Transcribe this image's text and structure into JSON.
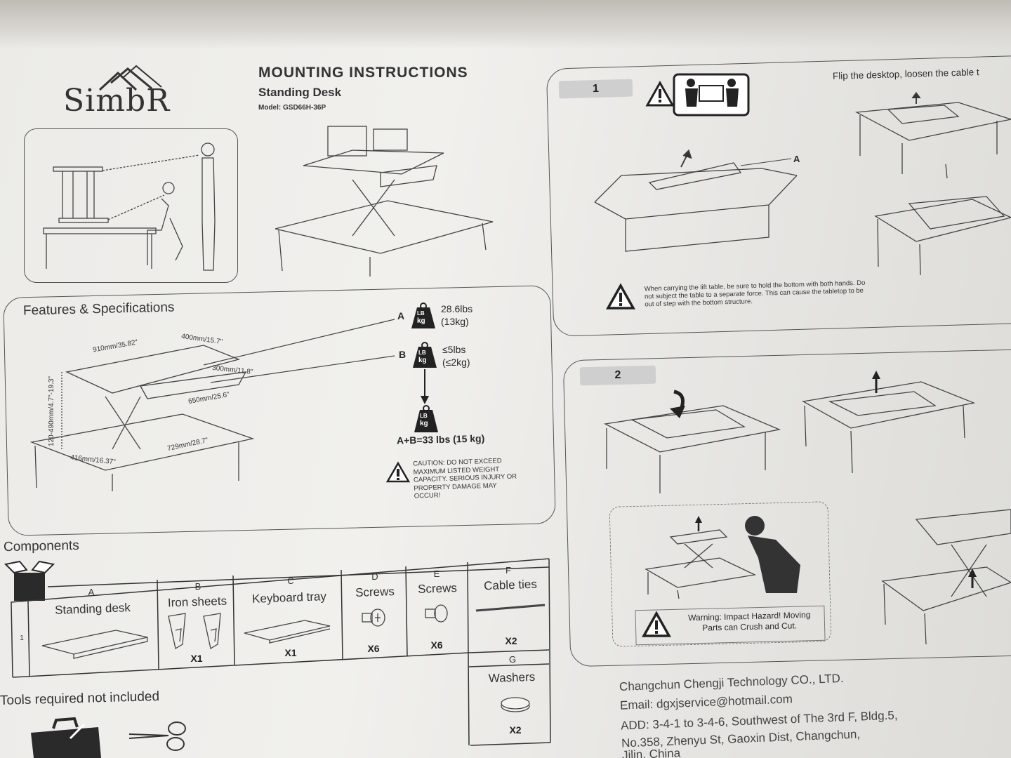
{
  "brand": {
    "logo_text": "SimbR"
  },
  "header": {
    "title": "MOUNTING INSTRUCTIONS",
    "subtitle": "Standing Desk",
    "model": "Model: GSD66H-36P"
  },
  "features": {
    "title": "Features & Specifications",
    "dims": {
      "width": "910mm/35.82\"",
      "depth": "400mm/15.7\"",
      "kb_depth": "300mm/11.8\"",
      "kb_width": "650mm/25.6\"",
      "base_width": "729mm/28.7\"",
      "base_depth": "416mm/16.37\"",
      "height": "120-490mm/4.7\"-19.3\""
    },
    "load": {
      "a_label": "A",
      "a_lbs": "28.6lbs",
      "a_kg": "(13kg)",
      "b_label": "B",
      "b_lbs": "≤5lbs",
      "b_kg": "(≤2kg)",
      "weight_top": "LB",
      "weight_bottom": "kg",
      "total": "A+B=33 lbs (15 kg)"
    },
    "caution": "CAUTION:  DO NOT EXCEED MAXIMUM LISTED WEIGHT CAPACITY. SERIOUS INJURY OR PROPERTY DAMAGE MAY OCCUR!"
  },
  "components": {
    "title": "Components",
    "row_num": "1",
    "items": [
      {
        "letter": "A",
        "name": "Standing desk",
        "qty": ""
      },
      {
        "letter": "B",
        "name": "Iron sheets",
        "qty": "X1"
      },
      {
        "letter": "C",
        "name": "Keyboard tray",
        "qty": "X1"
      },
      {
        "letter": "D",
        "name": "Screws",
        "qty": "X6"
      },
      {
        "letter": "E",
        "name": "Screws",
        "qty": "X6"
      },
      {
        "letter": "F",
        "name": "Cable ties",
        "qty": "X2"
      },
      {
        "letter": "G",
        "name": "Washers",
        "qty": "X2"
      }
    ]
  },
  "tools": {
    "title": "Tools required not included"
  },
  "step1": {
    "num": "1",
    "instruction": "Flip the desktop, loosen the cable t",
    "label_a": "A",
    "warning": "When carrying the lift table, be sure to hold the bottom with both hands. Do not subject the table to a separate force. This can cause the tabletop to be out of step with the bottom structure."
  },
  "step2": {
    "num": "2",
    "warning": "Warning: Impact Hazard! Moving Parts can Crush and Cut."
  },
  "company": {
    "name": "Changchun Chengji Technology CO., LTD.",
    "email": "Email: dgxjservice@hotmail.com",
    "addr1": "ADD: 3-4-1 to 3-4-6, Southwest of The 3rd F, Bldg.5,",
    "addr2": "No.358, Zhenyu St, Gaoxin Dist, Changchun,",
    "addr3": "Jilin, China"
  },
  "colors": {
    "ink": "#2a2a2a",
    "paper": "#efeeeb",
    "tag": "#cfcfcf"
  }
}
